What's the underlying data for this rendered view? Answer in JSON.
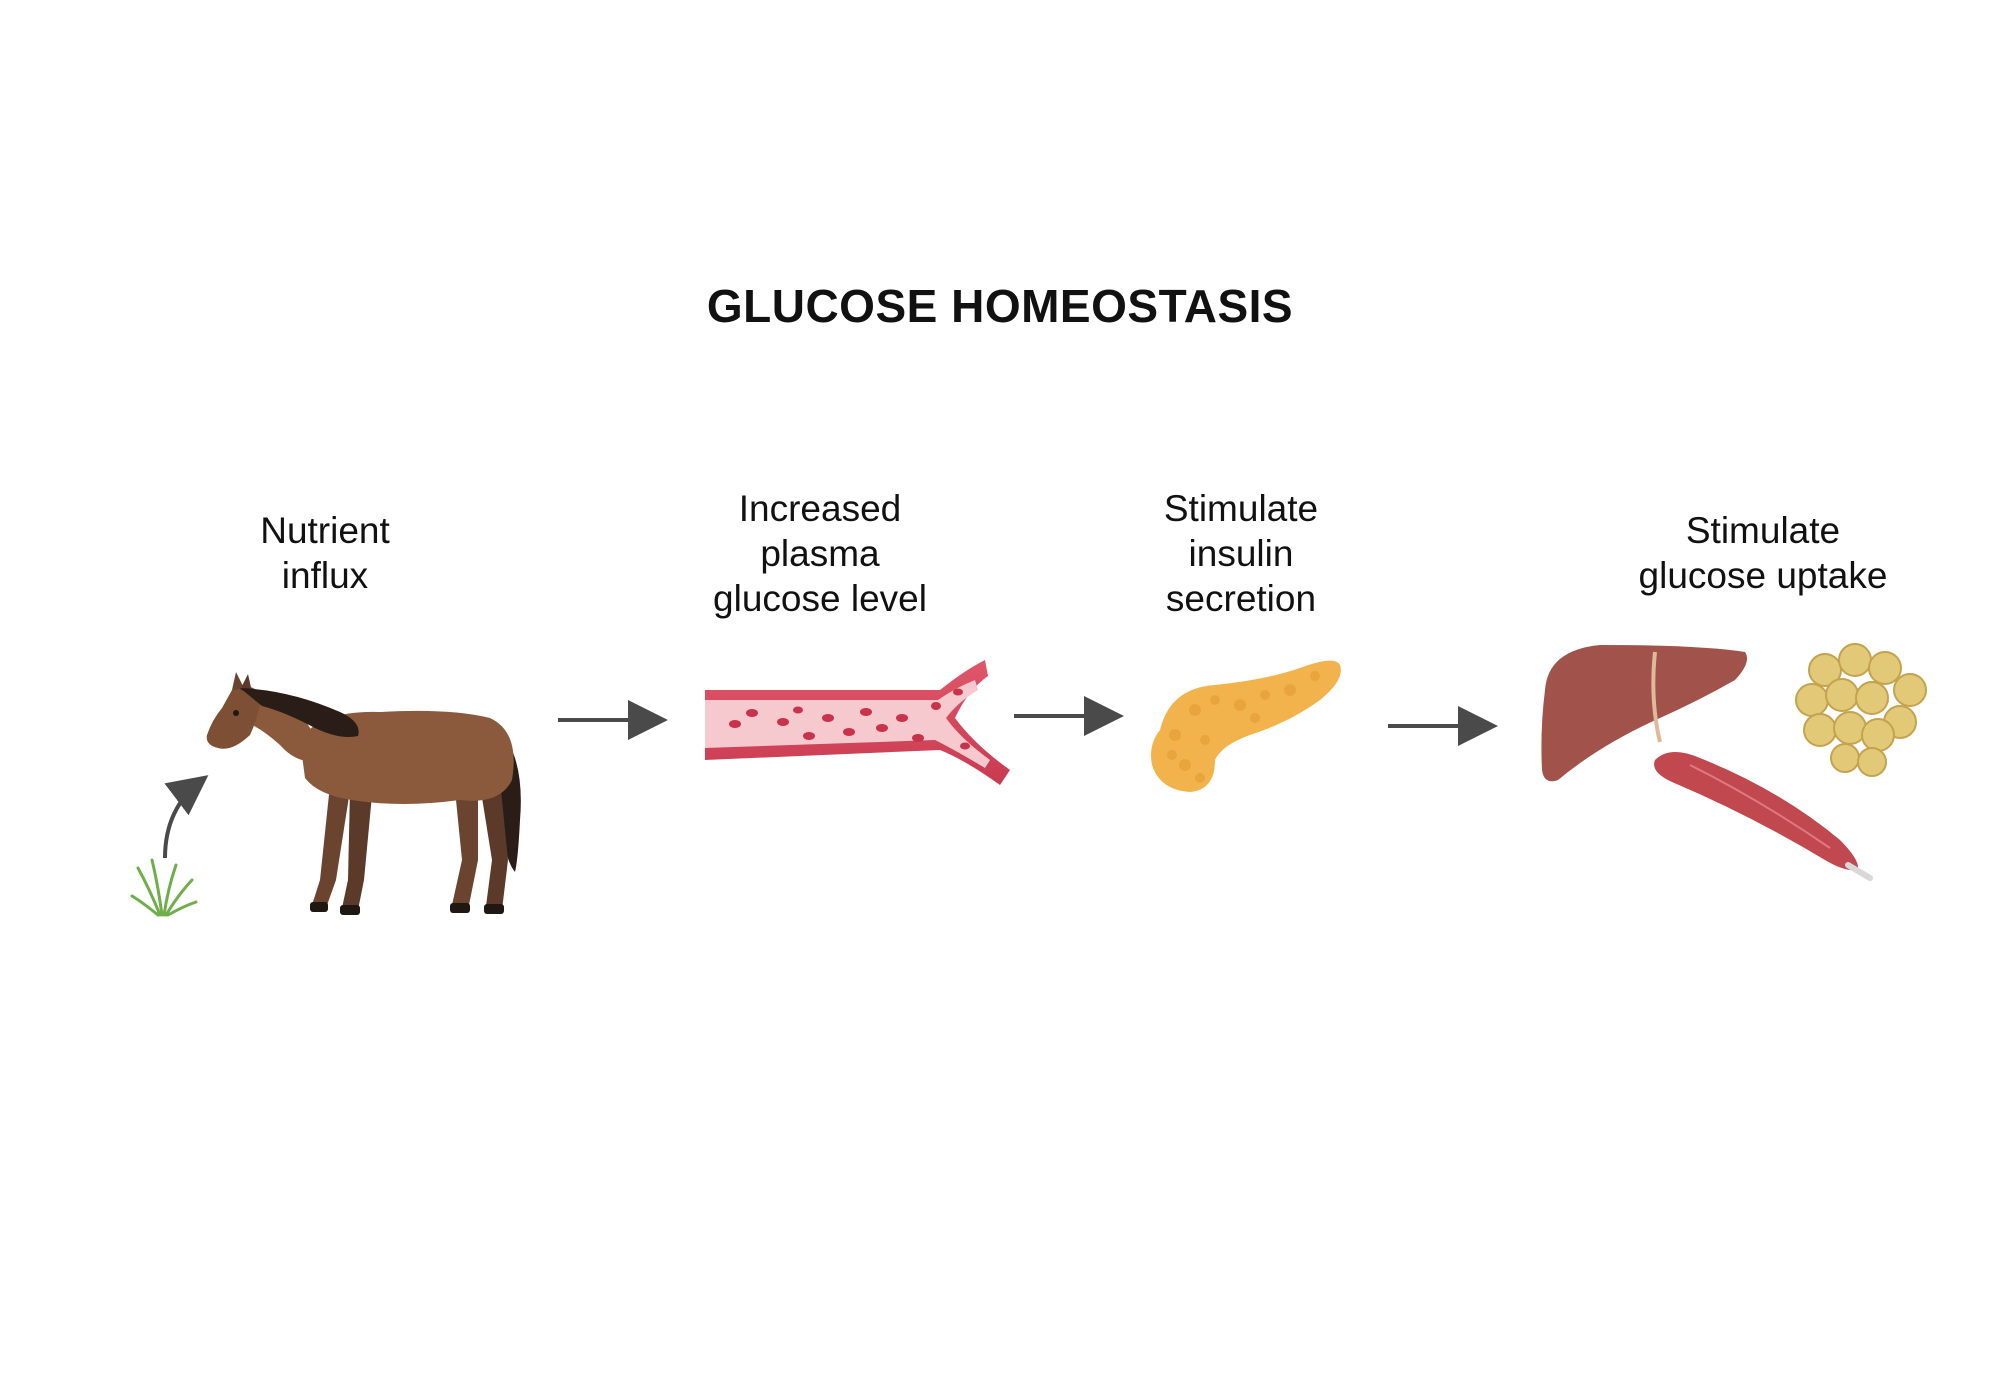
{
  "title": "GLUCOSE HOMEOSTASIS",
  "steps": [
    {
      "label": "Nutrient\ninflux",
      "icon": "horse-grazing-icon"
    },
    {
      "label": "Increased\nplasma\nglucose level",
      "icon": "blood-vessel-icon"
    },
    {
      "label": "Stimulate\ninsulin\nsecretion",
      "icon": "pancreas-icon"
    },
    {
      "label": "Stimulate\nglucose uptake",
      "icon": "liver-muscle-adipose-icon"
    }
  ],
  "colors": {
    "arrow": "#4a4a4a",
    "horse_body": "#8b5a3c",
    "horse_mane": "#2a1d17",
    "grass": "#6fae4a",
    "vessel_wall": "#d9455a",
    "vessel_lumen": "#f6c9ce",
    "red_cell": "#c9334a",
    "pancreas": "#f2b34d",
    "liver": "#a0524b",
    "muscle": "#c0484e",
    "adipose": "#e2c978"
  }
}
